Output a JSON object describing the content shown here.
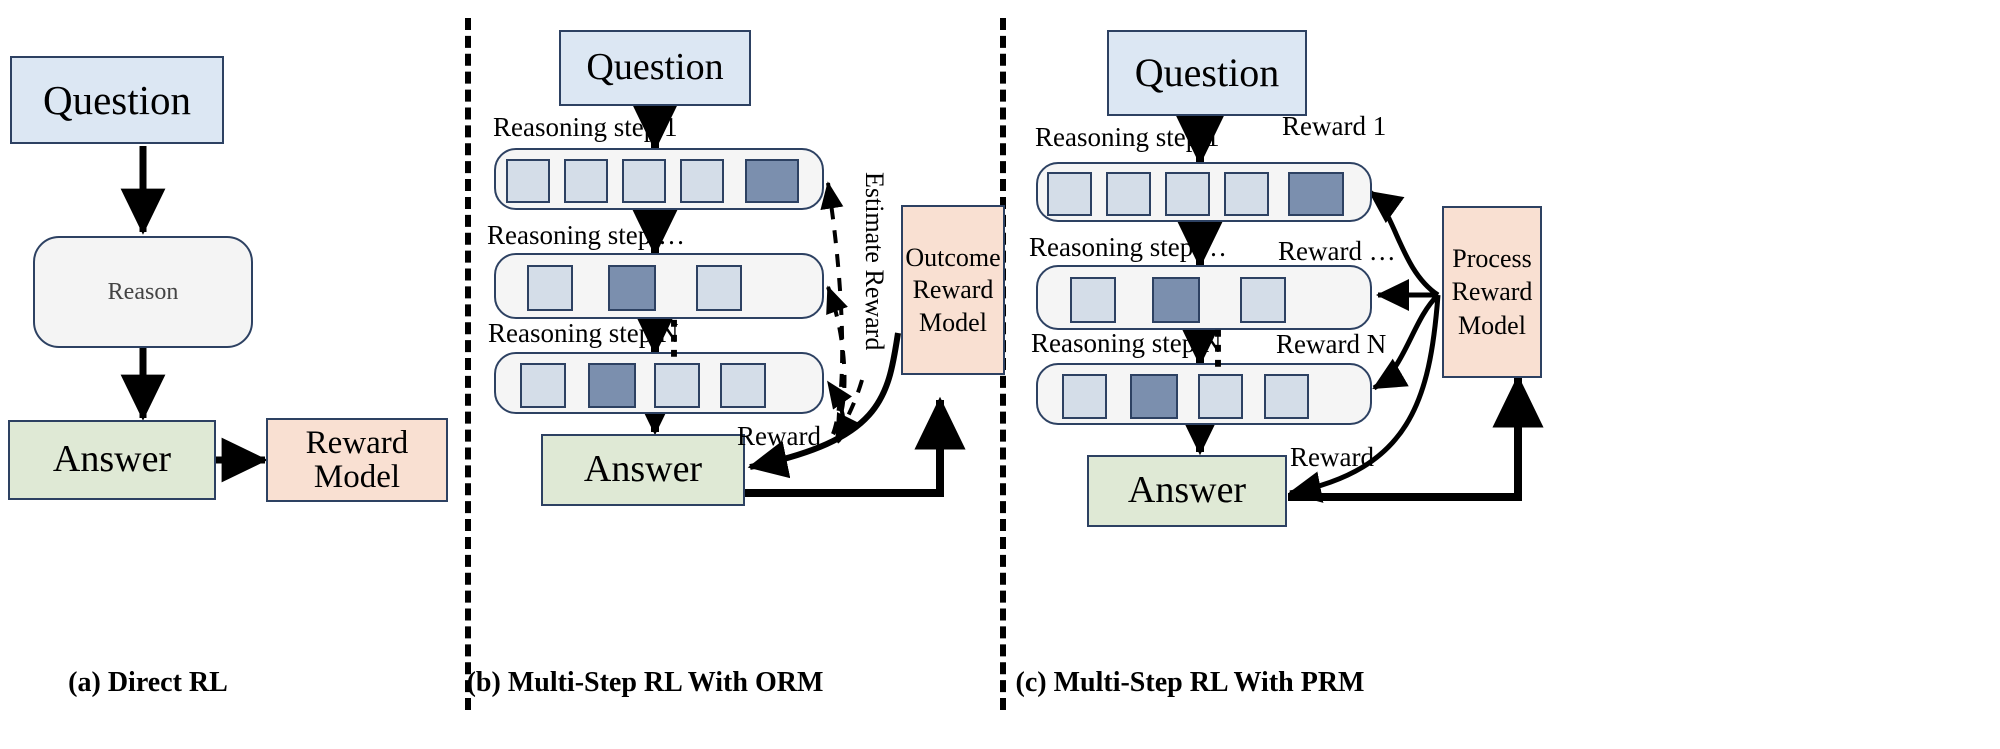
{
  "figure": {
    "panels": [
      {
        "id": "a",
        "caption": "(a) Direct RL",
        "nodes": {
          "question": "Question",
          "reason": "Reason",
          "answer": "Answer",
          "reward_model": "Reward\nModel",
          "reward_model_line1": "Reward",
          "reward_model_line2": "Model"
        }
      },
      {
        "id": "b",
        "caption": "(b) Multi-Step RL With ORM",
        "nodes": {
          "question": "Question",
          "answer": "Answer",
          "reward_model_line1": "Outcome",
          "reward_model_line2": "Reward",
          "reward_model_line3": "Model"
        },
        "step_labels": [
          "Reasoning step 1",
          "Reasoning step …",
          "Reasoning step N"
        ],
        "edge_labels": {
          "estimate_reward": "Estimate Reward",
          "reward": "Reward"
        },
        "steps": [
          {
            "tokens": 5,
            "highlight_index": 4
          },
          {
            "tokens": 3,
            "highlight_index": 1
          },
          {
            "tokens": 4,
            "highlight_index": 1
          }
        ]
      },
      {
        "id": "c",
        "caption": "(c) Multi-Step RL With PRM",
        "nodes": {
          "question": "Question",
          "answer": "Answer",
          "reward_model_line1": "Process",
          "reward_model_line2": "Reward",
          "reward_model_line3": "Model"
        },
        "step_labels": [
          "Reasoning step 1",
          "Reasoning step …",
          "Reasoning step N"
        ],
        "reward_labels": [
          "Reward 1",
          "Reward  …",
          "Reward N"
        ],
        "edge_labels": {
          "reward": "Reward"
        },
        "steps": [
          {
            "tokens": 5,
            "highlight_index": 4
          },
          {
            "tokens": 3,
            "highlight_index": 1
          },
          {
            "tokens": 4,
            "highlight_index": 1
          }
        ]
      }
    ],
    "vertical_dots": "⋮",
    "colors": {
      "question_fill": "#dce7f3",
      "answer_fill": "#dfe9d5",
      "reward_fill": "#f9e0d2",
      "step_container_fill": "#f5f5f5",
      "token_fill": "#d4dde8",
      "token_highlight_fill": "#7b8fae",
      "stroke": "#2d4162",
      "arrow": "#000000"
    }
  }
}
